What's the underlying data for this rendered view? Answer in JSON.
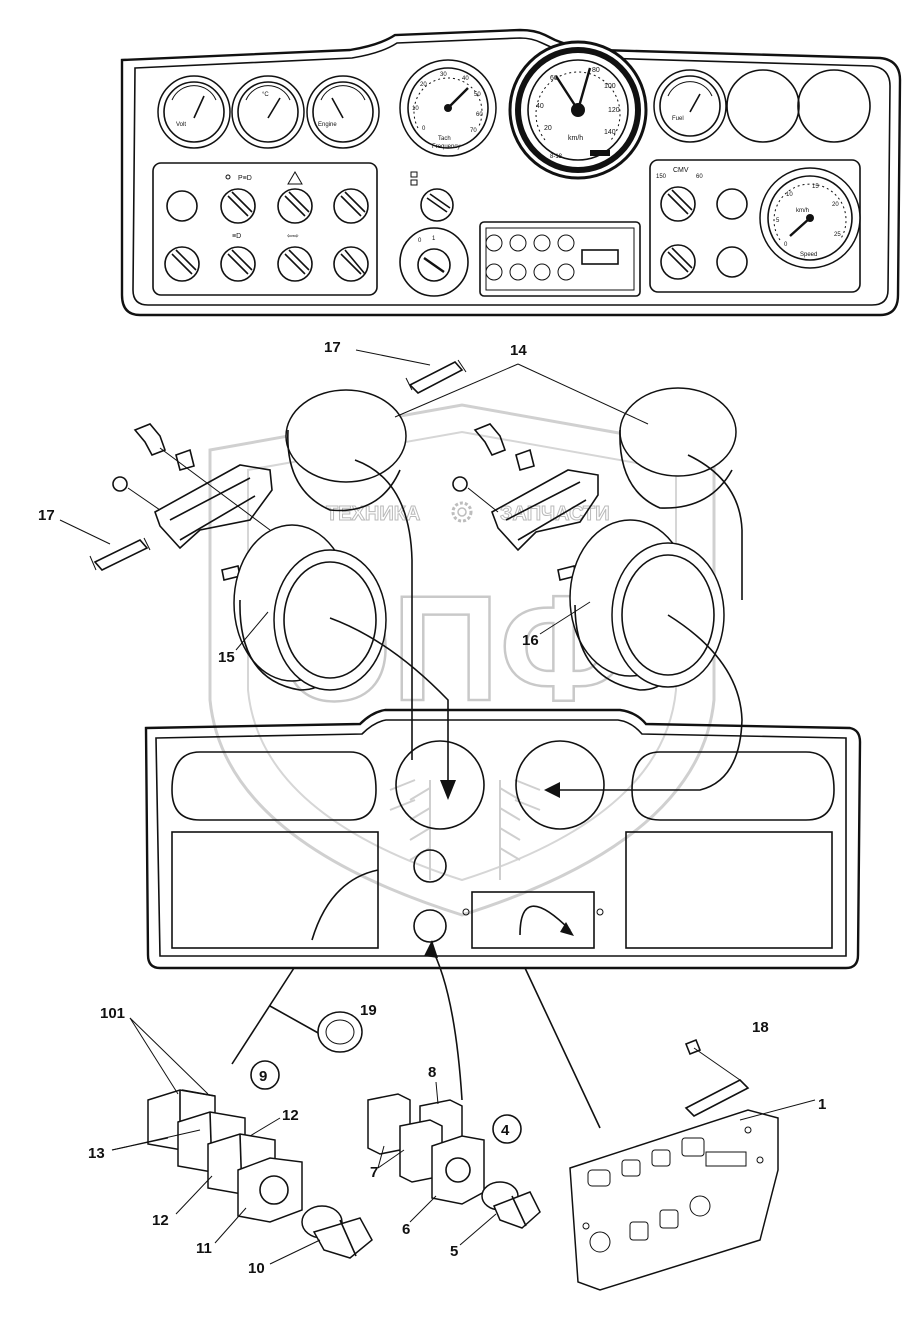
{
  "watermark": {
    "left_text": "ТЕХНИКА",
    "right_text": "ЗАПЧАСТИ",
    "monogram": "ЭПФ"
  },
  "top_panel": {
    "gauges": [
      {
        "name": "volt",
        "label": "Volt"
      },
      {
        "name": "temperature",
        "label": "°C"
      },
      {
        "name": "engine-oil",
        "label": "Engine"
      },
      {
        "name": "tachometer",
        "label": "Tach",
        "sub": "Frequency",
        "scale": [
          "0",
          "10",
          "20",
          "30",
          "40",
          "50",
          "60",
          "70"
        ]
      },
      {
        "name": "speedometer",
        "label": "km/h",
        "scale": [
          "20",
          "40",
          "60",
          "80",
          "100",
          "120",
          "140"
        ],
        "center": "8-18"
      },
      {
        "name": "fuel",
        "label": "Fuel"
      }
    ],
    "right_gauge": {
      "label": "km/h",
      "sub": "Speed",
      "scale": [
        "0",
        "5",
        "10",
        "15",
        "20",
        "25"
      ]
    },
    "cmv_labels": {
      "left": "150",
      "title": "CMV",
      "right": "60"
    }
  },
  "callouts": {
    "c1": "1",
    "c4": "4",
    "c5": "5",
    "c6": "6",
    "c7": "7",
    "c8": "8",
    "c9": "9",
    "c10": "10",
    "c11": "11",
    "c12a": "12",
    "c12b": "12",
    "c13": "13",
    "c14": "14",
    "c15": "15",
    "c16": "16",
    "c17a": "17",
    "c17b": "17",
    "c18": "18",
    "c19": "19",
    "c101": "101"
  }
}
